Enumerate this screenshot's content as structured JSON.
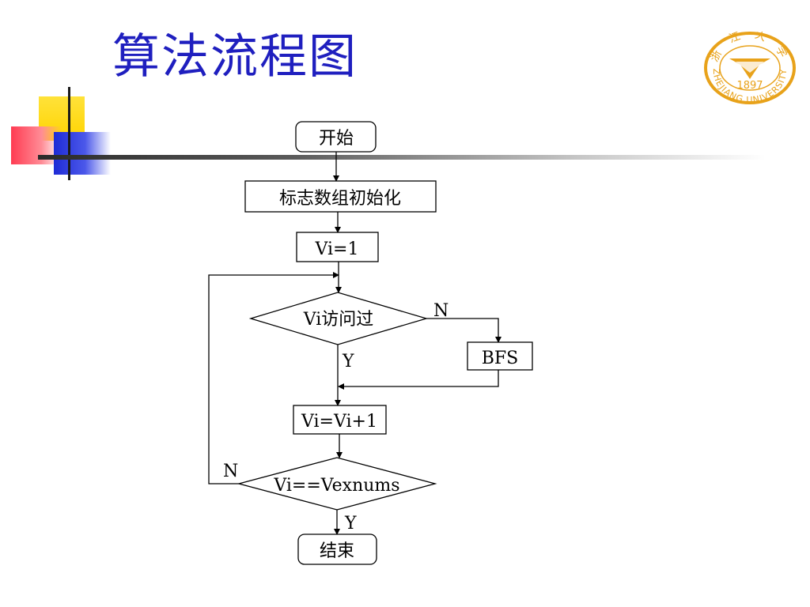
{
  "slide": {
    "title": "算法流程图"
  },
  "logo": {
    "top_text": "浙 江 大 学",
    "bottom_text": "ZHEJIANG UNIVERSITY",
    "year": "1897",
    "brand_color": "#e8a21a"
  },
  "flowchart": {
    "start": "开始",
    "init": "标志数组初始化",
    "set_vi": "Vi=1",
    "visited_check": "Vi访问过",
    "bfs": "BFS",
    "increment": "Vi=Vi+1",
    "end_check": "Vi==Vexnums",
    "end": "结束",
    "label_no_1": "N",
    "label_yes_1": "Y",
    "label_no_2": "N",
    "label_yes_2": "Y"
  },
  "colors": {
    "title": "#1f1fbf",
    "yellow": "#ffd400",
    "red": "#ff3b52",
    "blue": "#1e2bd6"
  }
}
